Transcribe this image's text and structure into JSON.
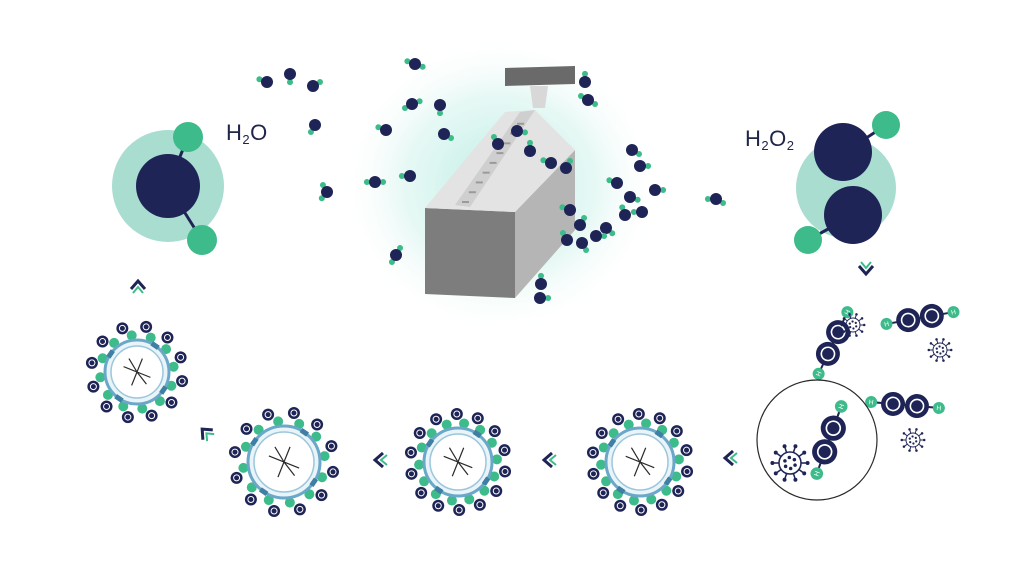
{
  "labels": {
    "water": {
      "prefix": "H",
      "sub": "2",
      "suffix": "O"
    },
    "peroxide": {
      "prefix": "H",
      "sub1": "2",
      "mid": "O",
      "sub2": "2"
    }
  },
  "atom_labels": {
    "oxygen": "O",
    "hydrogen": "H"
  },
  "colors": {
    "oxygen": "#1f2456",
    "hydrogen": "#3dbb8a",
    "halo": "#a8ddd0",
    "glow": "#b9ece2",
    "device": "#8a8a8a",
    "arrow": "#1f2456",
    "membrane": "#6aa7c8"
  }
}
